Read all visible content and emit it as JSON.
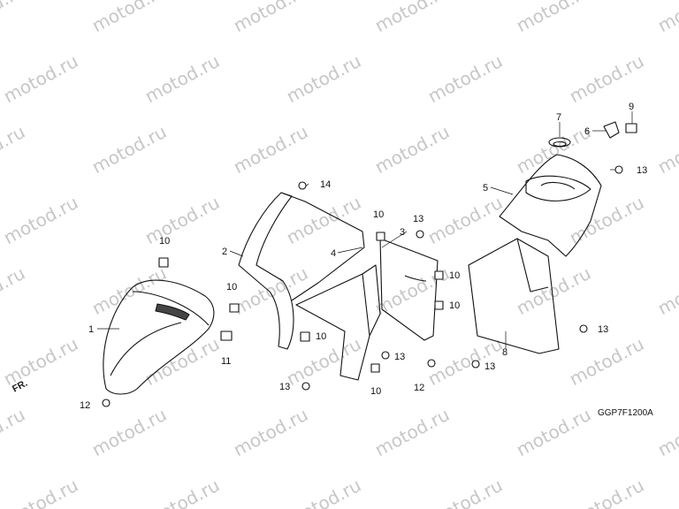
{
  "watermark_text": "motod.ru",
  "diagram_code": "GGP7F1200A",
  "front_marker": "FR.",
  "callouts": [
    {
      "id": "c1",
      "text": "1"
    },
    {
      "id": "c2",
      "text": "2"
    },
    {
      "id": "c3",
      "text": "3"
    },
    {
      "id": "c4",
      "text": "4"
    },
    {
      "id": "c5",
      "text": "5"
    },
    {
      "id": "c6",
      "text": "6"
    },
    {
      "id": "c7",
      "text": "7"
    },
    {
      "id": "c8",
      "text": "8"
    },
    {
      "id": "c9",
      "text": "9"
    },
    {
      "id": "c10a",
      "text": "10"
    },
    {
      "id": "c10b",
      "text": "10"
    },
    {
      "id": "c10c",
      "text": "10"
    },
    {
      "id": "c10d",
      "text": "10"
    },
    {
      "id": "c10e",
      "text": "10"
    },
    {
      "id": "c10f",
      "text": "10"
    },
    {
      "id": "c10g",
      "text": "10"
    },
    {
      "id": "c11",
      "text": "11"
    },
    {
      "id": "c12a",
      "text": "12"
    },
    {
      "id": "c12b",
      "text": "12"
    },
    {
      "id": "c13a",
      "text": "13"
    },
    {
      "id": "c13b",
      "text": "13"
    },
    {
      "id": "c13c",
      "text": "13"
    },
    {
      "id": "c13d",
      "text": "13"
    },
    {
      "id": "c13e",
      "text": "13"
    },
    {
      "id": "c13f",
      "text": "13"
    },
    {
      "id": "c14",
      "text": "14"
    }
  ]
}
